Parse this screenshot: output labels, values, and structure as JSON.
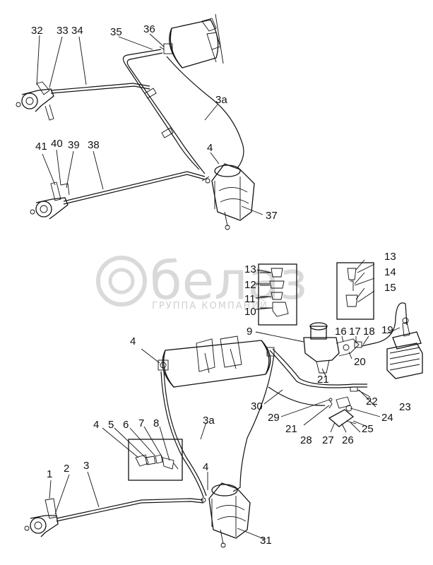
{
  "watermark": {
    "logo_text": "белаз",
    "company_text": "ГРУППА КОМПАНИЙ"
  },
  "top_assembly": {
    "labels": {
      "l32": "32",
      "l33": "33",
      "l34": "34",
      "l35": "35",
      "l36": "36",
      "l3a": "3a",
      "l4": "4",
      "l41": "41",
      "l40": "40",
      "l39": "39",
      "l38": "38",
      "l37": "37"
    }
  },
  "bottom_assembly": {
    "labels": {
      "l13a": "13",
      "l12": "12",
      "l11": "11",
      "l10": "10",
      "l13b": "13",
      "l14": "14",
      "l15": "15",
      "l9": "9",
      "l16": "16",
      "l17": "17",
      "l18": "18",
      "l19": "19",
      "l20": "20",
      "l21a": "21",
      "l22": "22",
      "l23": "23",
      "l30": "30",
      "l29": "29",
      "l24": "24",
      "l21b": "21",
      "l25": "25",
      "l28": "28",
      "l27": "27",
      "l26": "26",
      "l4a": "4",
      "l4b": "4",
      "l5": "5",
      "l6": "6",
      "l7": "7",
      "l8": "8",
      "l3a": "3a",
      "l4c": "4",
      "l1": "1",
      "l2": "2",
      "l3": "3",
      "l31": "31"
    }
  }
}
